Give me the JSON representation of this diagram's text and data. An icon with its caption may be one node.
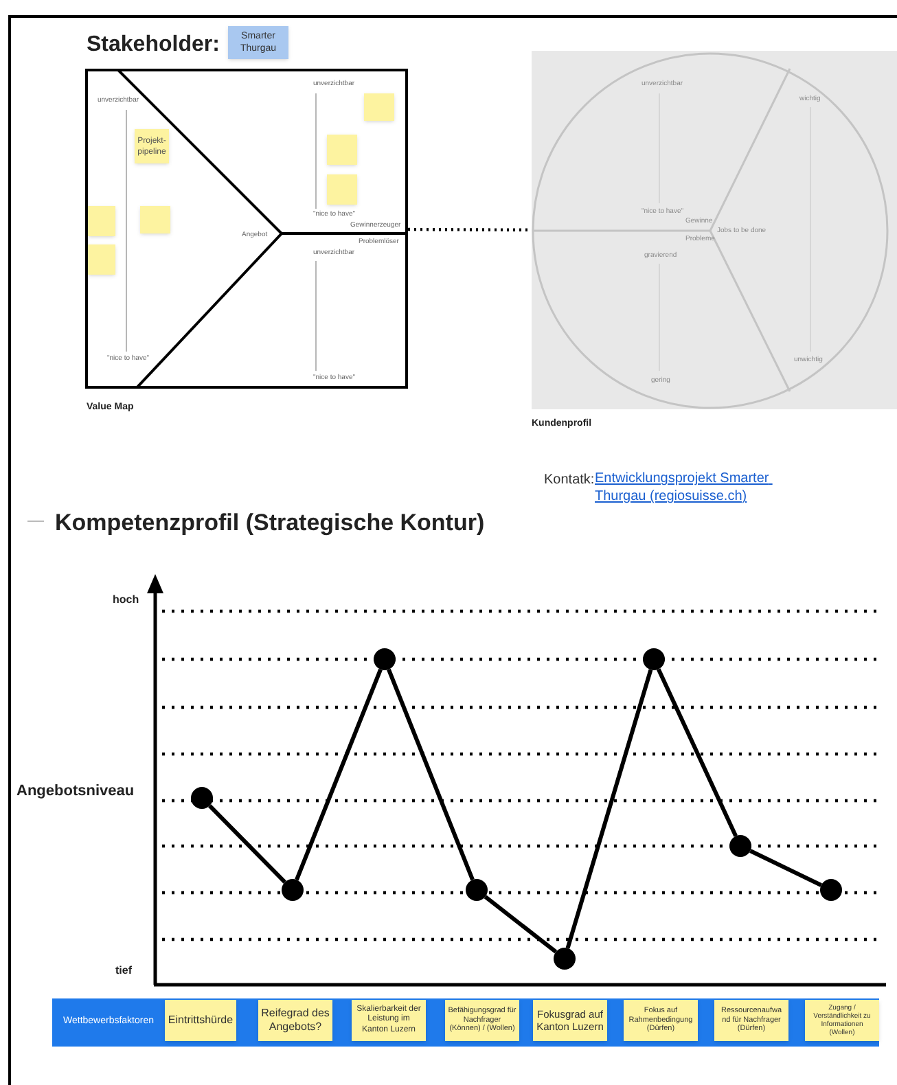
{
  "diagram": {
    "nodes": [
      {
        "text": [
          "Smarter Thurgau"
        ]
      },
      {
        "text": [],
        "shape": "box",
        "beside": [
          "Value Map"
        ]
      },
      {
        "text": [
          "Projekt-pipeline"
        ],
        "in": 1
      },
      {
        "text": [],
        "shape": "box",
        "in": 1
      },
      {
        "text": [],
        "shape": "box",
        "in": 1
      },
      {
        "text": [],
        "shape": "box",
        "in": 1
      },
      {
        "text": [],
        "shape": "box",
        "in": 1
      },
      {
        "text": [],
        "shape": "box",
        "in": 1
      },
      {
        "text": [],
        "shape": "box",
        "in": 1
      },
      {
        "text": [],
        "shape": "circle",
        "beside": [
          "Kundenprofil"
        ]
      },
      {
        "text": [
          "Wettbewerbsfaktoren"
        ]
      },
      {
        "text": [
          "Eintrittshürde"
        ],
        "in": 10
      },
      {
        "text": [
          "Reifegrad des Angebots?"
        ],
        "in": 10
      },
      {
        "text": [
          "Skalierbarkeit der Leistung im Kanton Luzern"
        ],
        "in": 10
      },
      {
        "text": [
          "Befähigungsgrad für Nachfrager (Können) / (Wollen)"
        ],
        "in": 10
      },
      {
        "text": [
          "Fokusgrad auf Kanton Luzern"
        ],
        "in": 10
      },
      {
        "text": [
          "Fokus auf Rahmenbedingung (Dürfen)"
        ],
        "in": 10
      },
      {
        "text": [
          "Ressourcenaufwa nd für Nachfrager (Dürfen)"
        ],
        "in": 10
      },
      {
        "text": [
          "Zugang / Verständlichkeit zu Informationen (Wollen)"
        ],
        "in": 10
      },
      {
        "text": [],
        "shape": "circle"
      },
      {
        "text": [],
        "shape": "circle"
      },
      {
        "text": [],
        "shape": "circle"
      },
      {
        "text": [],
        "shape": "circle"
      },
      {
        "text": [],
        "shape": "circle"
      },
      {
        "text": [],
        "shape": "circle"
      },
      {
        "text": [],
        "shape": "circle"
      },
      {
        "text": [],
        "shape": "circle"
      }
    ],
    "edges": [
      {
        "from": 1,
        "to": 9,
        "arrow": "none",
        "style": "dashed"
      },
      {
        "from": 19,
        "to": 20,
        "arrow": "none"
      },
      {
        "from": 20,
        "to": 21,
        "arrow": "none"
      },
      {
        "from": 21,
        "to": 22,
        "arrow": "none"
      },
      {
        "from": 22,
        "to": 23,
        "arrow": "none"
      },
      {
        "from": 23,
        "to": 24,
        "arrow": "none"
      },
      {
        "from": 24,
        "to": 25,
        "arrow": "none"
      },
      {
        "from": 25,
        "to": 26,
        "arrow": "none"
      }
    ],
    "labels": [
      "Stakeholder:",
      "unverzichtbar",
      "\"nice to have\"",
      "unverzichtbar",
      "\"nice to have\"",
      "Angebot",
      "Gewinnerzeuger",
      "Problemlöser",
      "unverzichtbar",
      "\"nice to have\"",
      "unverzichtbar",
      "\"nice to have\"",
      "Gewinne",
      "Probleme",
      "Jobs to be done",
      "gravierend",
      "gering",
      "wichtig",
      "unwichtig",
      "Kontatk:",
      "Entwicklungsprojekt Smarter Thurgau (regiosuisse.ch)",
      "Kompetenzprofil (Strategische Kontur)",
      "hoch",
      "Angebotsniveau",
      "tief"
    ]
  }
}
